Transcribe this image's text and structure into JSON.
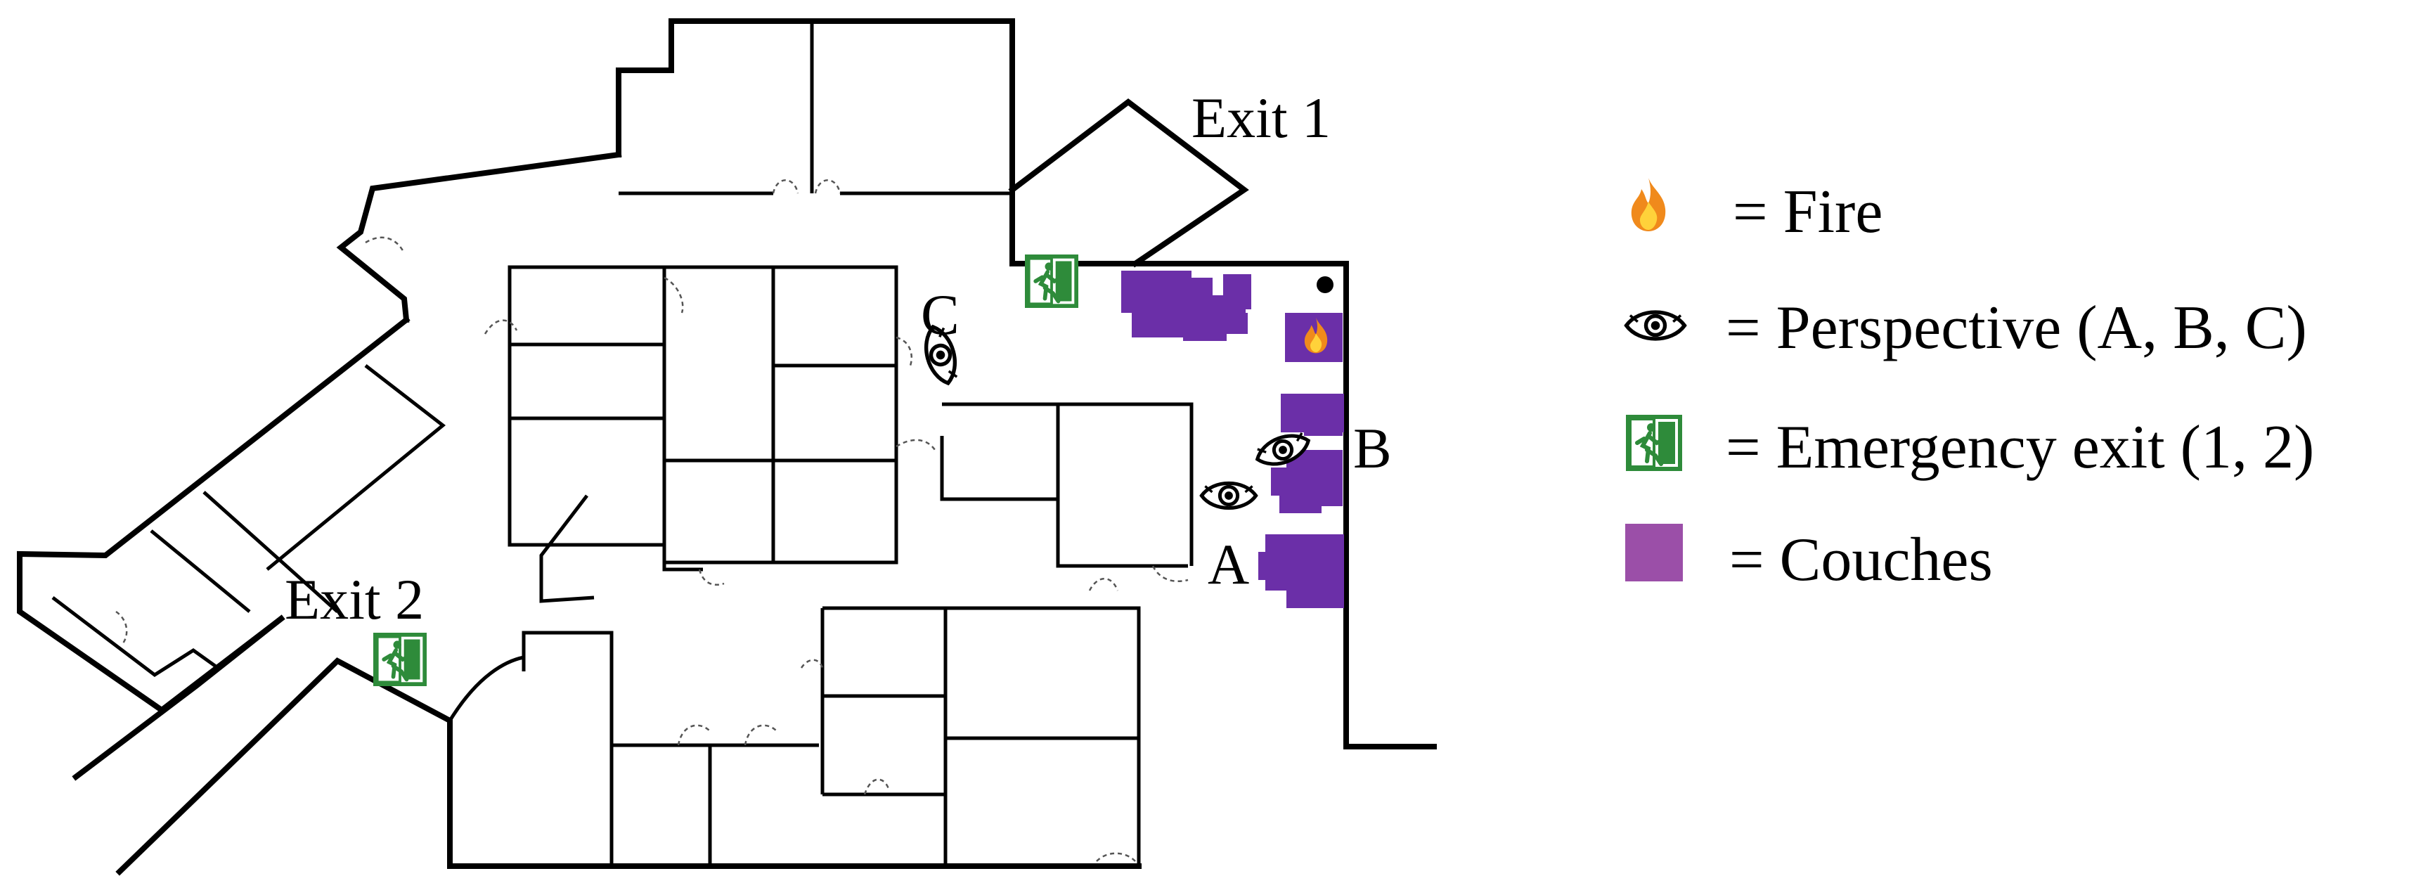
{
  "labels": {
    "exit1": "Exit 1",
    "exit2": "Exit 2",
    "perspective_a": "A",
    "perspective_b": "B",
    "perspective_c": "C"
  },
  "legend": {
    "fire": "= Fire",
    "perspective": "= Perspective (A, B, C)",
    "emergency_exit": "= Emergency exit (1, 2)",
    "couches": "= Couches"
  },
  "colors": {
    "couch": "#6b2fa8",
    "couch_legend": "#9b4fa8",
    "exit_sign": "#2e8b3a",
    "fire_outer": "#f08a1c",
    "fire_inner": "#ffd23a"
  },
  "icons": {
    "fire": "fire-icon",
    "perspective": "eye-icon",
    "exit": "emergency-exit-icon"
  }
}
